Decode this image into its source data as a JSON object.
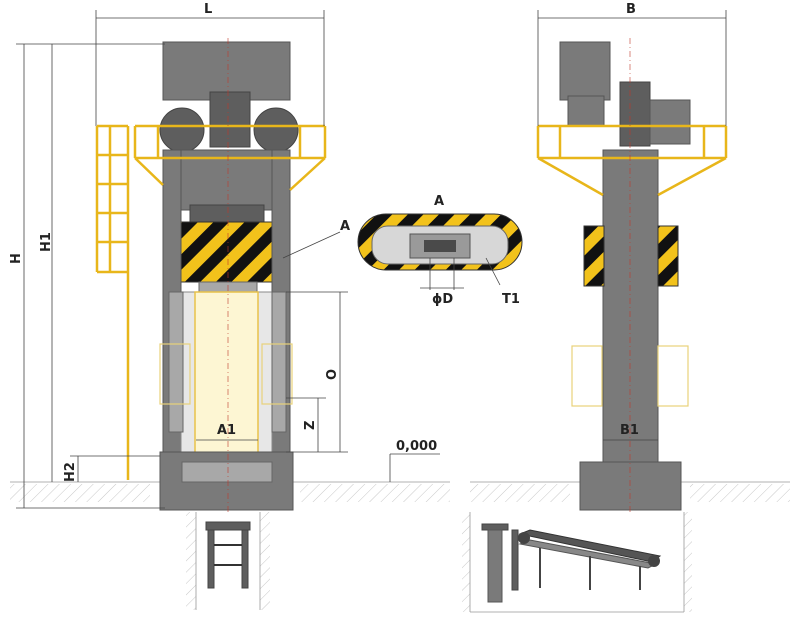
{
  "labels": {
    "L": "L",
    "B": "B",
    "H": "H",
    "H1": "H1",
    "H2": "H2",
    "A_section": "A",
    "A_callout": "A",
    "phi_D": "ϕD",
    "T1": "T1",
    "O": "O",
    "Z": "Z",
    "A1": "A1",
    "B1": "B1",
    "level": "0,000"
  },
  "colors": {
    "frame_gray": "#7a7a7a",
    "safety_yellow": "#f2c21b",
    "safety_black": "#111111",
    "guard_outline": "#e8d27a"
  }
}
